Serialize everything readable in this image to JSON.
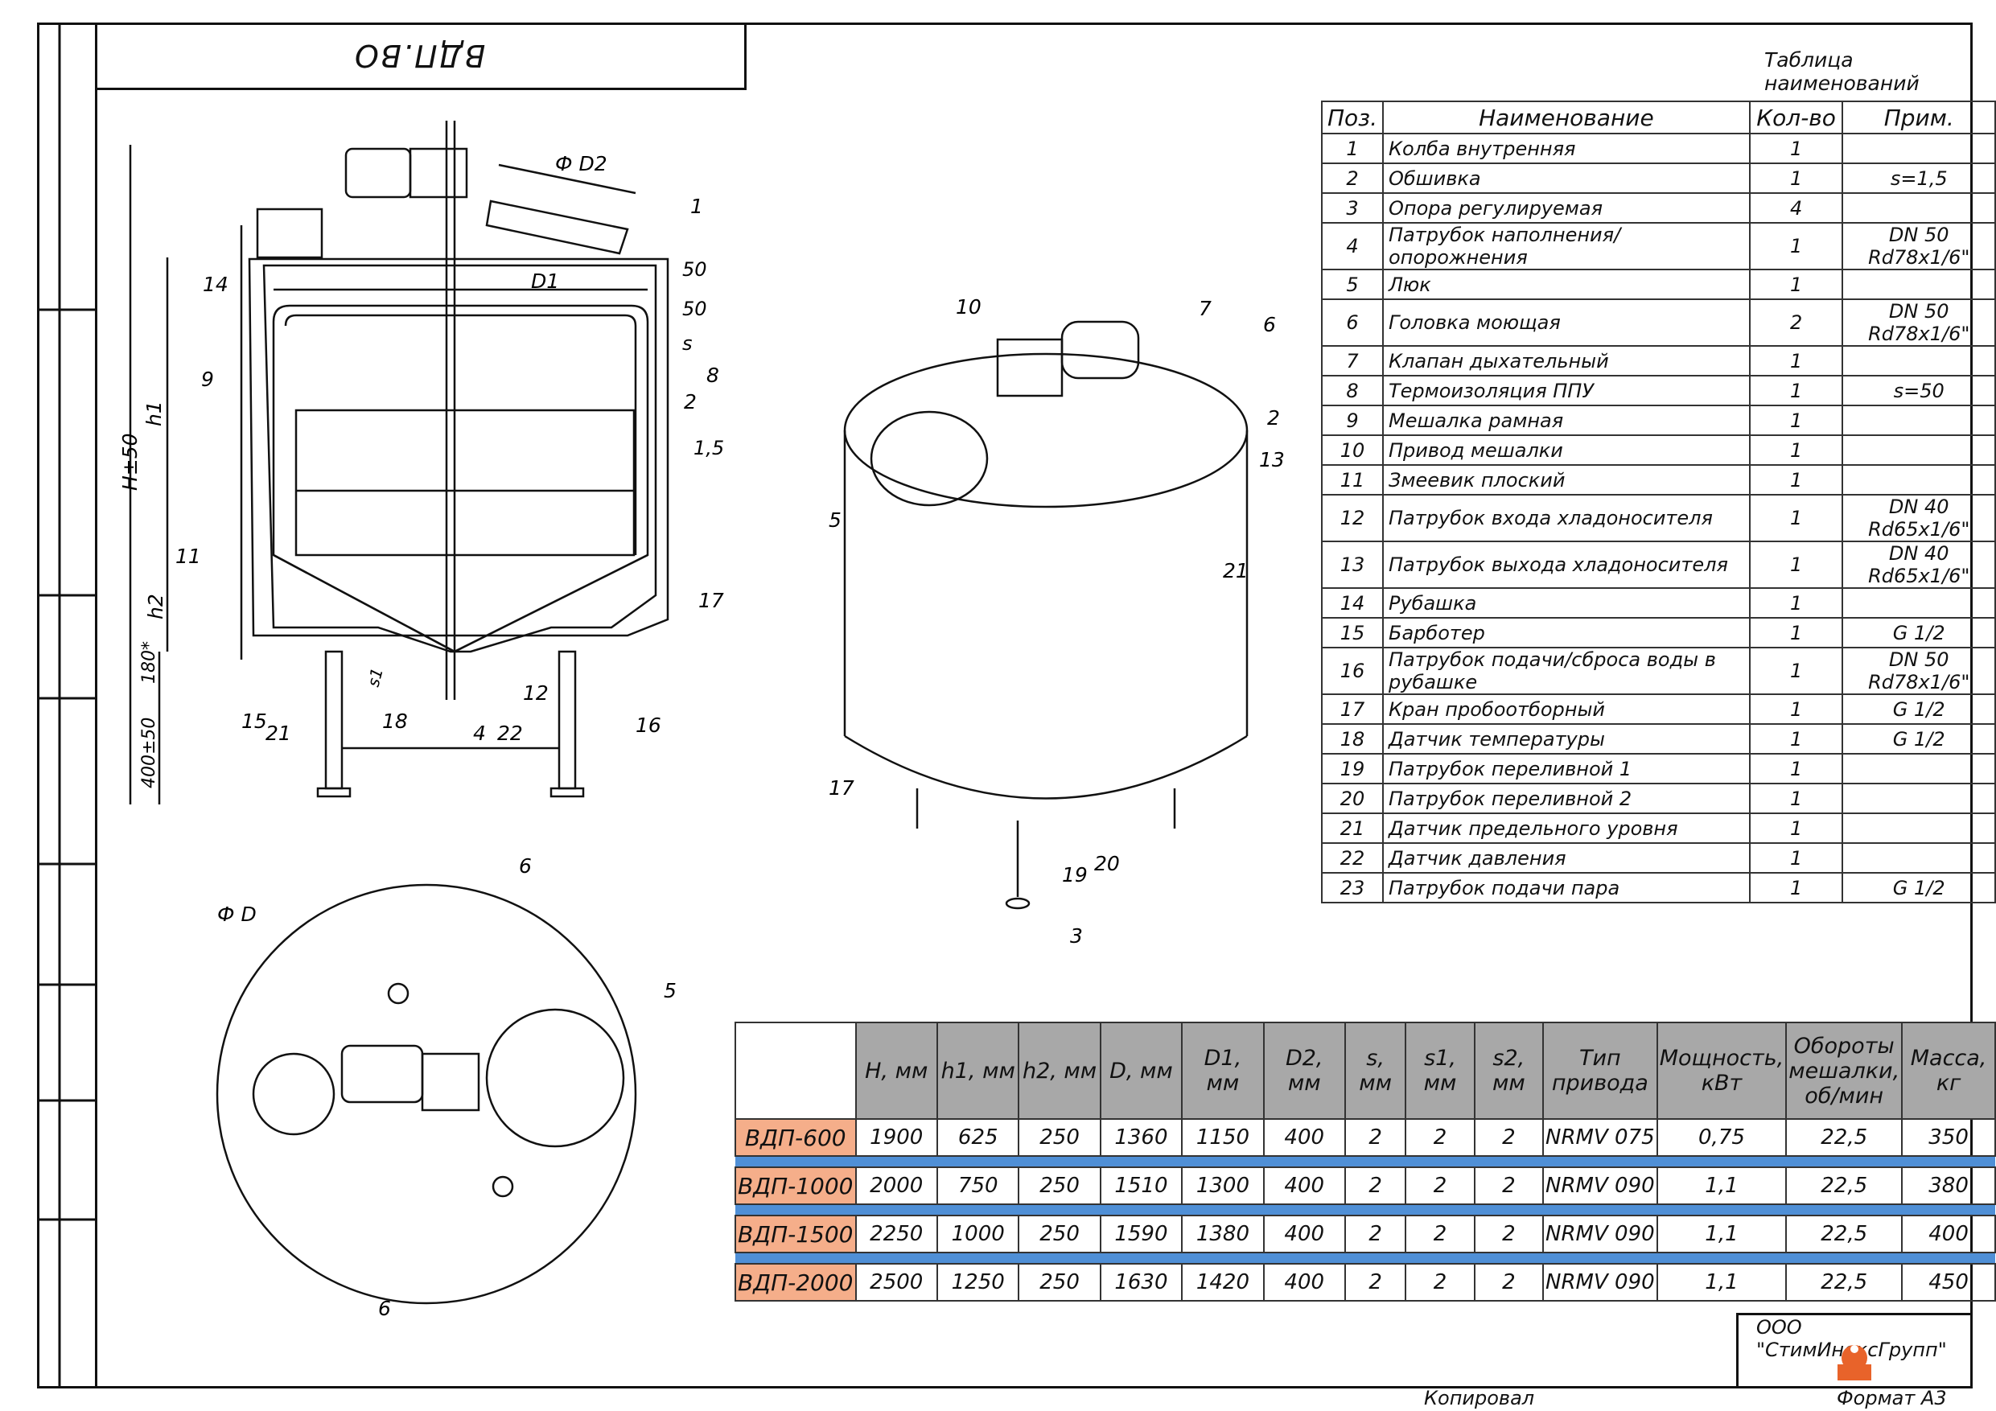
{
  "drawing_title": "ВДП.ВО",
  "names_table_caption": "Таблица наименований",
  "names_table": {
    "headers": [
      "Поз.",
      "Наименование",
      "Кол-во",
      "Прим."
    ],
    "rows": [
      [
        "1",
        "Колба внутренняя",
        "1",
        ""
      ],
      [
        "2",
        "Обшивка",
        "1",
        "s=1,5"
      ],
      [
        "3",
        "Опора регулируемая",
        "4",
        ""
      ],
      [
        "4",
        "Патрубок наполнения/опорожнения",
        "1",
        "DN 50 Rd78x1/6\""
      ],
      [
        "5",
        "Люк",
        "1",
        ""
      ],
      [
        "6",
        "Головка моющая",
        "2",
        "DN 50 Rd78x1/6\""
      ],
      [
        "7",
        "Клапан дыхательный",
        "1",
        ""
      ],
      [
        "8",
        "Термоизоляция ППУ",
        "1",
        "s=50"
      ],
      [
        "9",
        "Мешалка рамная",
        "1",
        ""
      ],
      [
        "10",
        "Привод мешалки",
        "1",
        ""
      ],
      [
        "11",
        "Змеевик плоский",
        "1",
        ""
      ],
      [
        "12",
        "Патрубок входа хладоносителя",
        "1",
        "DN 40 Rd65x1/6\""
      ],
      [
        "13",
        "Патрубок выхода хладоносителя",
        "1",
        "DN 40 Rd65x1/6\""
      ],
      [
        "14",
        "Рубашка",
        "1",
        ""
      ],
      [
        "15",
        "Барботер",
        "1",
        "G 1/2"
      ],
      [
        "16",
        "Патрубок подачи/сброса воды в рубашке",
        "1",
        "DN 50 Rd78x1/6\""
      ],
      [
        "17",
        "Кран пробоотборный",
        "1",
        "G 1/2"
      ],
      [
        "18",
        "Датчик температуры",
        "1",
        "G 1/2"
      ],
      [
        "19",
        "Патрубок переливной 1",
        "1",
        ""
      ],
      [
        "20",
        "Патрубок переливной 2",
        "1",
        ""
      ],
      [
        "21",
        "Датчик предельного уровня",
        "1",
        ""
      ],
      [
        "22",
        "Датчик давления",
        "1",
        ""
      ],
      [
        "23",
        "Патрубок подачи пара",
        "1",
        "G 1/2"
      ]
    ]
  },
  "models_table": {
    "headers": [
      "H, мм",
      "h1, мм",
      "h2, мм",
      "D, мм",
      "D1, мм",
      "D2, мм",
      "s, мм",
      "s1, мм",
      "s2, мм",
      "Тип привода",
      "Мощность, кВт",
      "Обороты мешалки, об/мин",
      "Масса, кг"
    ],
    "rows": [
      {
        "model": "ВДП-600",
        "values": [
          "1900",
          "625",
          "250",
          "1360",
          "1150",
          "400",
          "2",
          "2",
          "2",
          "NRMV 075",
          "0,75",
          "22,5",
          "350"
        ]
      },
      {
        "model": "ВДП-1000",
        "values": [
          "2000",
          "750",
          "250",
          "1510",
          "1300",
          "400",
          "2",
          "2",
          "2",
          "NRMV 090",
          "1,1",
          "22,5",
          "380"
        ]
      },
      {
        "model": "ВДП-1500",
        "values": [
          "2250",
          "1000",
          "250",
          "1590",
          "1380",
          "400",
          "2",
          "2",
          "2",
          "NRMV 090",
          "1,1",
          "22,5",
          "400"
        ]
      },
      {
        "model": "ВДП-2000",
        "values": [
          "2500",
          "1250",
          "250",
          "1630",
          "1420",
          "400",
          "2",
          "2",
          "2",
          "NRMV 090",
          "1,1",
          "22,5",
          "450"
        ]
      }
    ]
  },
  "front_view": {
    "dim_D2": "Ф D2",
    "dim_D1": "D1",
    "dim_h1": "h1",
    "dim_H": "H±50",
    "dim_h2": "h2",
    "dim_180": "180*",
    "dim_400": "400±50",
    "dim_s1": "s1",
    "dim_s": "s",
    "dim_50a": "50",
    "dim_50b": "50",
    "dim_15": "1,5",
    "callouts": [
      "1",
      "14",
      "9",
      "11",
      "8",
      "2",
      "17",
      "15",
      "21",
      "18",
      "4",
      "22",
      "12",
      "16"
    ]
  },
  "iso_view": {
    "callouts": [
      "10",
      "7",
      "6",
      "2",
      "13",
      "5",
      "21",
      "17",
      "19",
      "20",
      "3"
    ]
  },
  "top_view": {
    "dim_D": "Ф D",
    "callouts": [
      "6",
      "5",
      "6"
    ]
  },
  "company": "ООО \"СтимИноксГрупп\"",
  "footer_left": "Копировал",
  "footer_right": "Формат А3",
  "colors": {
    "header_gray": "#a8a8a8",
    "model_orange": "#f5ae8a",
    "separator_blue": "#4f8fd6",
    "logo_orange": "#e8632a"
  }
}
